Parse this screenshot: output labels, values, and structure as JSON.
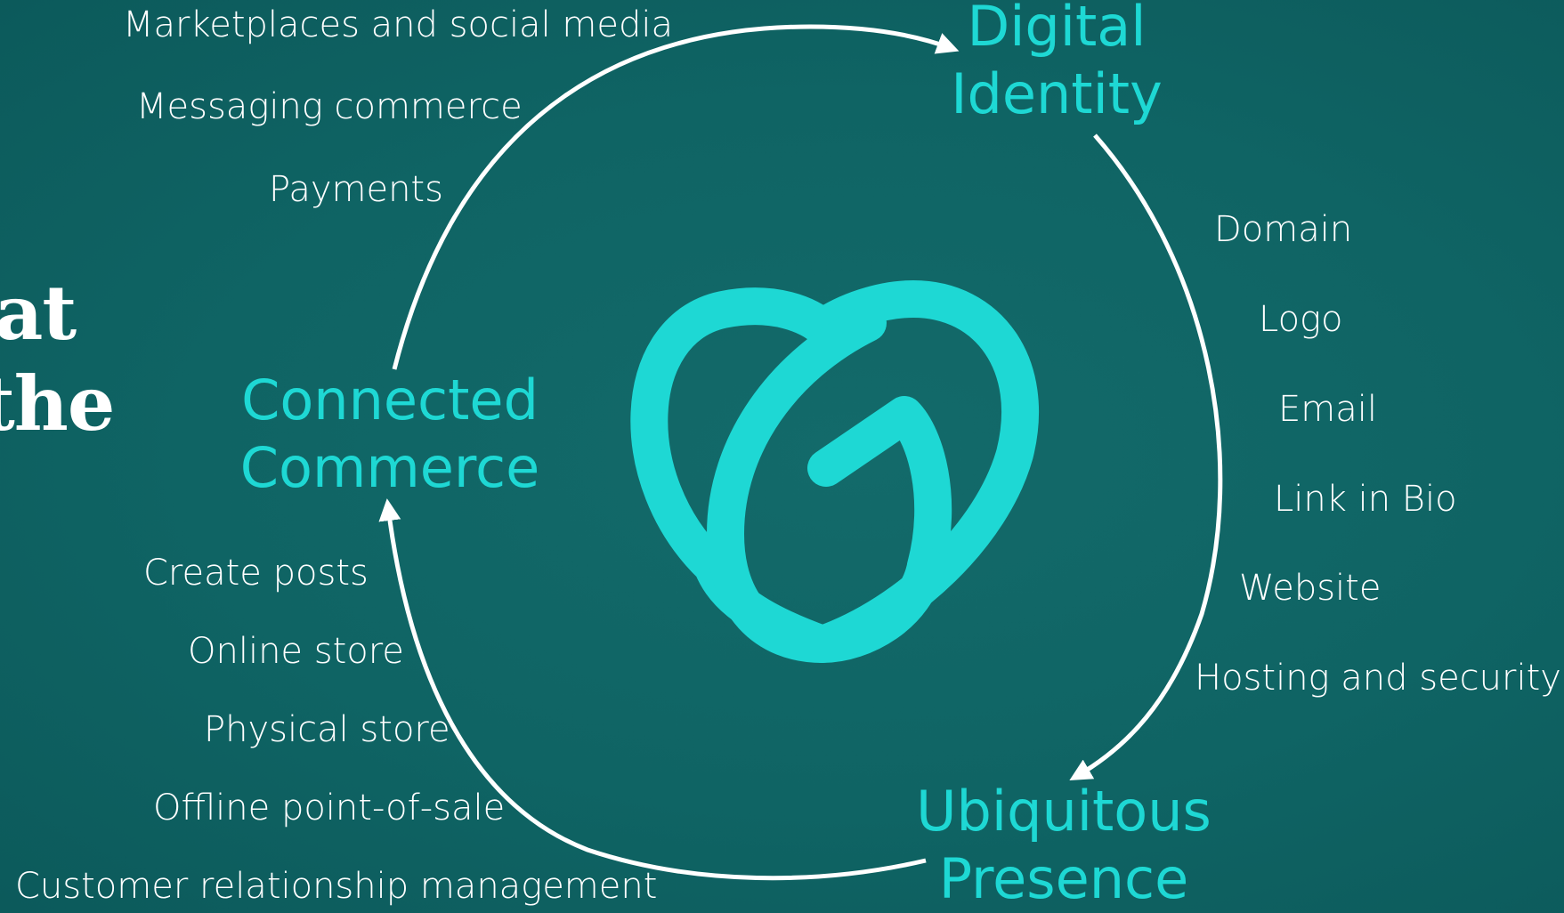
{
  "partial_title": [
    "at",
    "the"
  ],
  "nodes": {
    "digital_identity": [
      "Digital",
      "Identity"
    ],
    "connected_commerce": [
      "Connected",
      "Commerce"
    ],
    "ubiquitous_presence": [
      "Ubiquitous",
      "Presence"
    ]
  },
  "lists": {
    "commerce_top": [
      "Marketplaces and social media",
      "Messaging commerce",
      "Payments"
    ],
    "identity": [
      "Domain",
      "Logo",
      "Email",
      "Link in Bio",
      "Website",
      "Hosting and security"
    ],
    "commerce_bottom": [
      "Create posts",
      "Online store",
      "Physical store",
      "Offline point-of-sale",
      "Customer relationship management"
    ]
  },
  "logo": {
    "icon": "godaddy-heart-icon",
    "color": "#1ed8d4"
  },
  "colors": {
    "accent": "#1ed8d4",
    "background": "#0f6464",
    "text": "#ffffff"
  }
}
